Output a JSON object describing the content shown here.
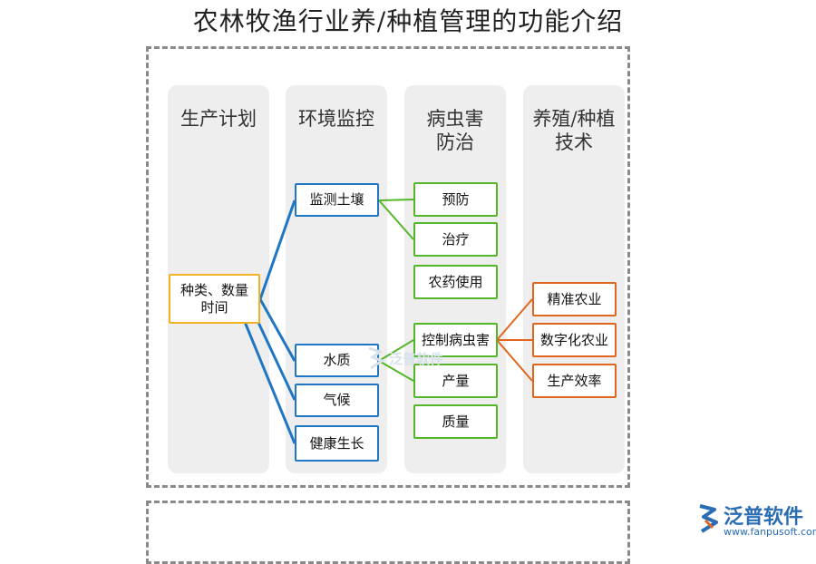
{
  "title": "农林牧渔行业养/种植管理的功能介绍",
  "columns": [
    {
      "header": "生产计划"
    },
    {
      "header": "环境监控"
    },
    {
      "header": "病虫害\n防治"
    },
    {
      "header": "养殖/种植\n技术"
    }
  ],
  "nodes": {
    "root": "种类、数量\n时间",
    "blue": [
      "监测土壤",
      "水质",
      "气候",
      "健康生长"
    ],
    "green": [
      "预防",
      "治疗",
      "农药使用",
      "控制病虫害",
      "产量",
      "质量"
    ],
    "orange": [
      "精准农业",
      "数字化农业",
      "生产效率"
    ]
  },
  "colors": {
    "yellow": "#f0b323",
    "blue": "#1f77c4",
    "green": "#55b52b",
    "orange": "#e0661e",
    "column_bg": "#eeeeee",
    "dashed_border": "#8a8a8a"
  },
  "watermark": "泛普软件",
  "brand": {
    "name": "泛普软件",
    "url": "www.fanpusoft.com"
  }
}
